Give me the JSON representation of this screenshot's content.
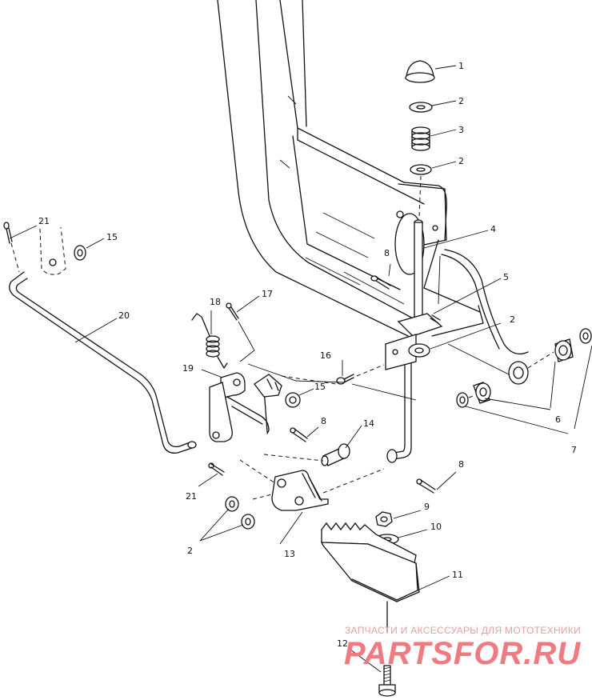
{
  "callouts": [
    {
      "id": "c1",
      "label": "1"
    },
    {
      "id": "c2a",
      "label": "2"
    },
    {
      "id": "c3",
      "label": "3"
    },
    {
      "id": "c2b",
      "label": "2"
    },
    {
      "id": "c4",
      "label": "4"
    },
    {
      "id": "c8a",
      "label": "8"
    },
    {
      "id": "c5",
      "label": "5"
    },
    {
      "id": "c2c",
      "label": "2"
    },
    {
      "id": "c21a",
      "label": "21"
    },
    {
      "id": "c15a",
      "label": "15"
    },
    {
      "id": "c20",
      "label": "20"
    },
    {
      "id": "c18",
      "label": "18"
    },
    {
      "id": "c17",
      "label": "17"
    },
    {
      "id": "c16",
      "label": "16"
    },
    {
      "id": "c19",
      "label": "19"
    },
    {
      "id": "c15b",
      "label": "15"
    },
    {
      "id": "c8b",
      "label": "8"
    },
    {
      "id": "c14",
      "label": "14"
    },
    {
      "id": "c6",
      "label": "6"
    },
    {
      "id": "c7",
      "label": "7"
    },
    {
      "id": "c21b",
      "label": "21"
    },
    {
      "id": "c8c",
      "label": "8"
    },
    {
      "id": "c9",
      "label": "9"
    },
    {
      "id": "c10",
      "label": "10"
    },
    {
      "id": "c2d",
      "label": "2"
    },
    {
      "id": "c13",
      "label": "13"
    },
    {
      "id": "c11",
      "label": "11"
    },
    {
      "id": "c12",
      "label": "12"
    }
  ],
  "watermark": {
    "tagline": "ЗАПЧАСТИ И АКСЕССУАРЫ ДЛЯ МОТОТЕХНИКИ",
    "logo": "PARTSFOR.RU",
    "color": "#ef7a80"
  }
}
